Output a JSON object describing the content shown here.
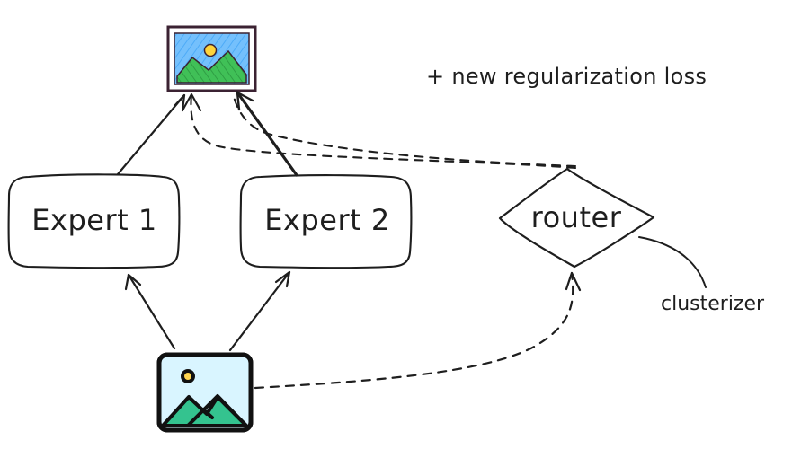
{
  "diagram": {
    "expert1_label": "Expert 1",
    "expert2_label": "Expert 2",
    "router_label": "router",
    "regularization_note": "+ new regularization loss",
    "clusterizer_label": "clusterizer"
  },
  "icons": {
    "output": "picture-icon",
    "input": "picture-icon"
  },
  "colors": {
    "stroke": "#1e1e1e",
    "output_frame": "#3b2232",
    "output_sky": "#74c0fc",
    "output_sun": "#ffd43b",
    "output_hills": "#40c057",
    "input_sky": "#d9f5ff",
    "input_hills": "#34c38f",
    "input_sun": "#ffd54f"
  }
}
